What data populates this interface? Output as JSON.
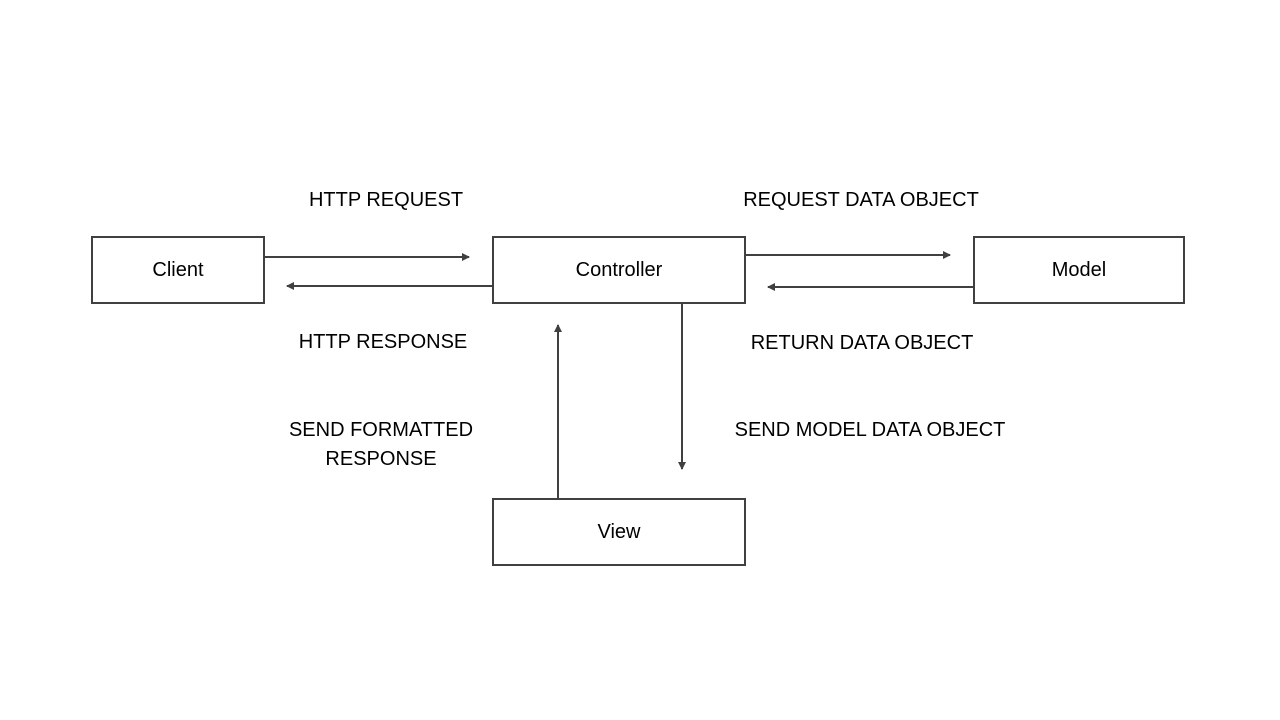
{
  "nodes": {
    "client": "Client",
    "controller": "Controller",
    "model": "Model",
    "view": "View"
  },
  "edges": {
    "http_request": "HTTP REQUEST",
    "http_response": "HTTP RESPONSE",
    "request_data_object": "REQUEST DATA OBJECT",
    "return_data_object": "RETURN DATA OBJECT",
    "send_model_data_object": "SEND MODEL DATA OBJECT",
    "send_formatted_response": "SEND FORMATTED RESPONSE"
  },
  "colors": {
    "stroke": "#404040",
    "background": "#ffffff",
    "text": "#000000"
  }
}
